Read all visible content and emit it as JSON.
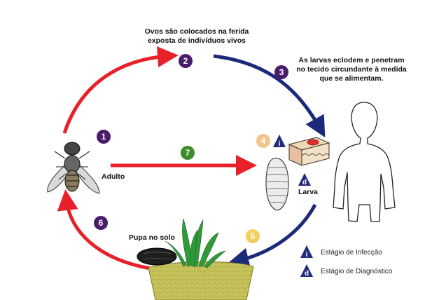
{
  "steps": {
    "s1": {
      "number": "1",
      "color": "#4a1d6b"
    },
    "s2": {
      "number": "2",
      "color": "#4a1d6b"
    },
    "s3": {
      "number": "3",
      "color": "#4a1d6b"
    },
    "s4": {
      "number": "4",
      "color": "#f1c58d"
    },
    "s5": {
      "number": "5",
      "color": "#f2cf5c"
    },
    "s6": {
      "number": "6",
      "color": "#4a1d6b"
    },
    "s7": {
      "number": "7",
      "color": "#3c8d2a"
    }
  },
  "labels": {
    "eggs_line1": "Ovos são colocados na ferida",
    "eggs_line2": "exposta de indivíduos vivos",
    "larvae_line1": "As larvas eclodem e penetram",
    "larvae_line2": "no tecido circundante à medida",
    "larvae_line3": "que se alimentam.",
    "adult": "Adulto",
    "larva": "Larva",
    "pupa": "Pupa no solo"
  },
  "stage_badges": {
    "infection_letter": "i",
    "diagnostic_letter": "d"
  },
  "legend": {
    "infection": {
      "letter": "i",
      "label": "Estágio de Infecção"
    },
    "diagnostic": {
      "letter": "d",
      "label": "Estágio de Diagnóstico"
    }
  },
  "colors": {
    "red_arrow": "#e8202a",
    "blue_arrow": "#1c2a7a",
    "badge_navy": "#1f2d7b",
    "soil": "#c6c25a",
    "grass": "#2f9a3a"
  },
  "icons": [
    "fly-icon",
    "human-silhouette-icon",
    "wound-icon",
    "larva-icon",
    "pupa-icon",
    "grass-icon",
    "soil-icon"
  ]
}
